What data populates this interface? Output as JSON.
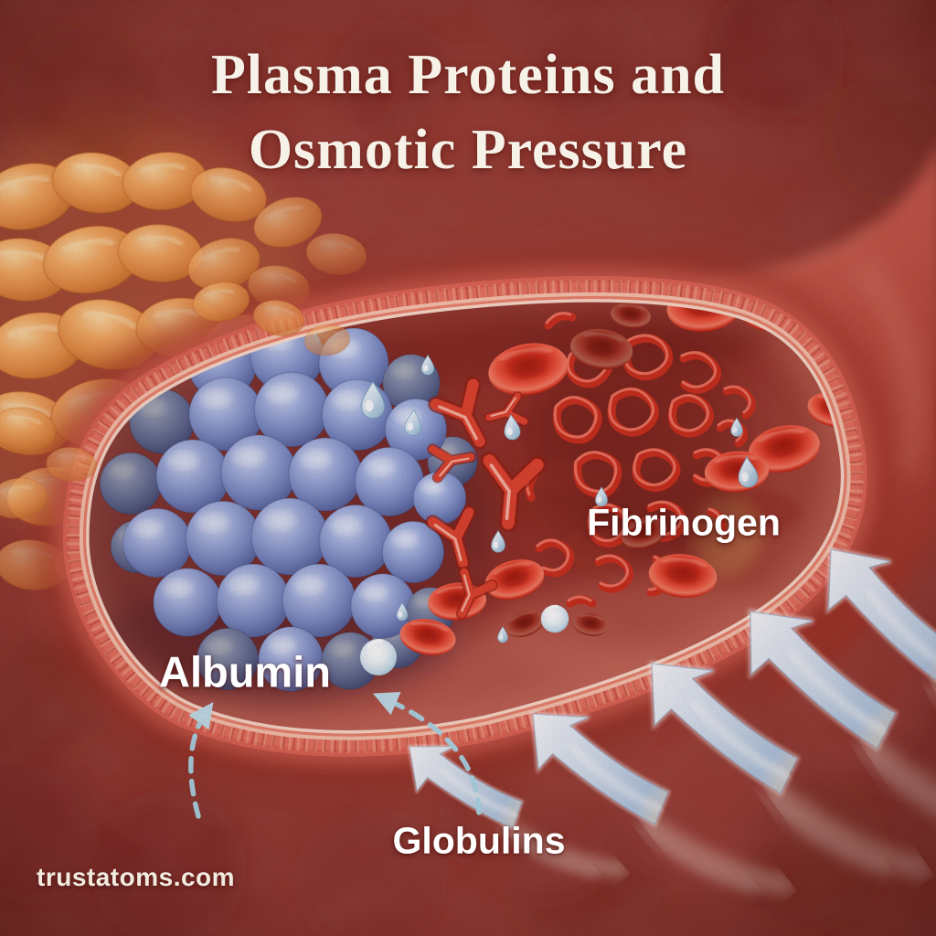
{
  "title": {
    "line1": "Plasma Proteins and",
    "line2": "Osmotic Pressure"
  },
  "labels": {
    "albumin": "Albumin",
    "globulins": "Globulins",
    "fibrinogen": "Fibrinogen"
  },
  "watermark": "trustatoms.com",
  "illustration": {
    "scene": "Cut-open blood vessel showing plasma proteins; water outside the vessel is drawn inward by osmotic pressure",
    "structures": [
      "albumin-sphere-cluster",
      "globulin-y-antibodies",
      "fibrinogen-fiber-tangle",
      "red-blood-cells",
      "water-droplets",
      "osmotic-water-arrows",
      "vessel-wall-lining",
      "surrounding-tissue-cells"
    ],
    "colors": {
      "background": "#8e332c",
      "vessel_wall": "#da6354",
      "vessel_lining": "#f6c3ae",
      "plasma": "#93332b",
      "albumin_blue": "#7184bf",
      "protein_red": "#d8402c",
      "orange_cells": "#e8954f",
      "water_arrow": "#cfdff0",
      "dashed_arrow": "#a9dcee",
      "title_text": "#f7f2e8",
      "label_text": "#ffffff",
      "watermark_text": "#f2ebdf"
    }
  }
}
